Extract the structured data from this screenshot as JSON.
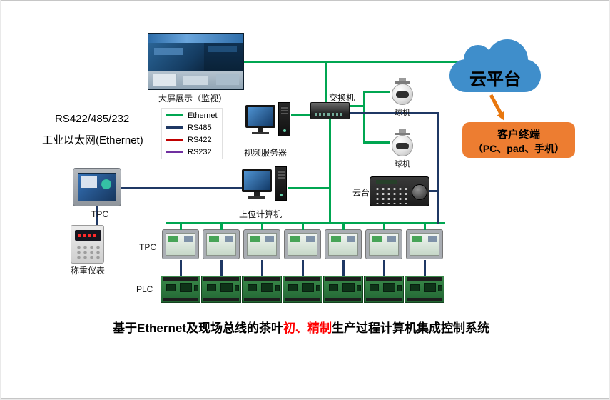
{
  "colors": {
    "ethernet": "#00a651",
    "rs485": "#1f3864",
    "rs422": "#c00000",
    "rs232": "#7030a0",
    "cloud": "#3f8ecb",
    "client_box": "#ed7d31",
    "caption_highlight": "#ff0000"
  },
  "side_text": {
    "line1": "RS422/485/232",
    "line2": "工业以太网(Ethernet)"
  },
  "legend": {
    "items": [
      {
        "label": "Ethernet",
        "color": "#00a651"
      },
      {
        "label": "RS485",
        "color": "#1f3864"
      },
      {
        "label": "RS422",
        "color": "#c00000"
      },
      {
        "label": "RS232",
        "color": "#7030a0"
      }
    ]
  },
  "labels": {
    "big_screen": "大屏展示（监视）",
    "video_server": "视频服务器",
    "switch": "交换机",
    "camera1": "球机",
    "camera2": "球机",
    "host_computer": "上位计算机",
    "ptz": "云台",
    "tpc_left": "TPC",
    "weighing": "称重仪表",
    "tpc_row": "TPC",
    "plc_row": "PLC",
    "cloud": "云平台",
    "client_line1": "客户终端",
    "client_line2": "（PC、pad、手机）"
  },
  "rows": {
    "tpc_count": 7,
    "plc_count": 7
  },
  "caption": {
    "prefix": "基于Ethernet及现场总线的茶叶",
    "highlight": "初、精制",
    "suffix": "生产过程计算机集成控制系统"
  }
}
